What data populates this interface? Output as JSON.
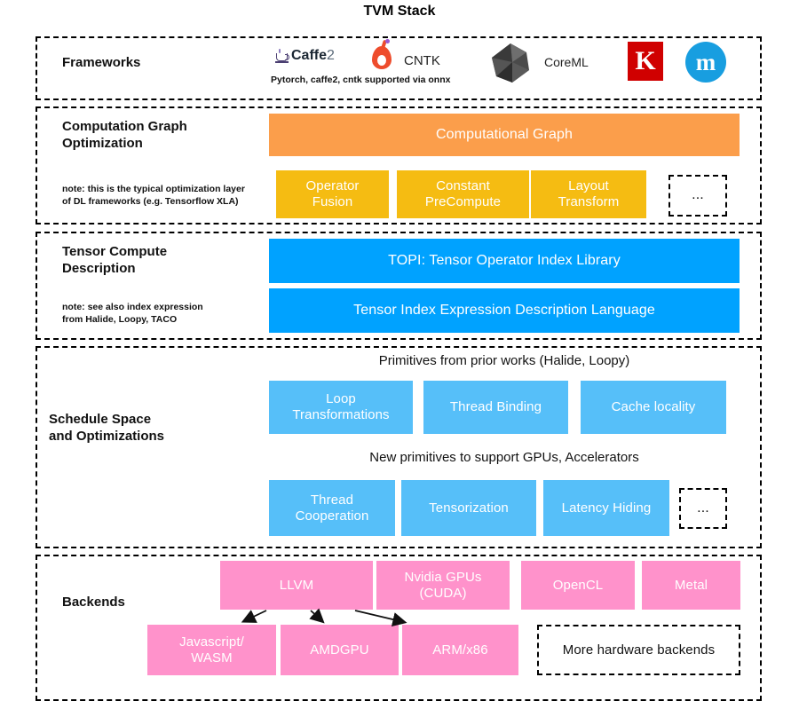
{
  "title": "TVM Stack",
  "colors": {
    "orange": "#FB9E4B",
    "gold": "#F5BC12",
    "blue": "#00A2FF",
    "light_blue": "#56BFF9",
    "pink": "#FF92CB",
    "keras_red": "#D00000",
    "mxnet_blue": "#189EE0"
  },
  "sections": {
    "frameworks": {
      "label": "Frameworks",
      "logos": [
        {
          "name": "caffe2",
          "text": "Caffe",
          "suffix": "2"
        },
        {
          "name": "pytorch",
          "text": ""
        },
        {
          "name": "cntk",
          "text": "CNTK"
        },
        {
          "name": "onnx",
          "text": ""
        },
        {
          "name": "coreml",
          "text": "CoreML"
        },
        {
          "name": "keras",
          "text": "K"
        },
        {
          "name": "mxnet",
          "text": "m"
        }
      ],
      "note": "Pytorch, caffe2, cntk supported via onnx"
    },
    "computation_graph": {
      "label": "Computation Graph\nOptimization",
      "note": "note: this is the typical optimization layer\nof DL frameworks (e.g. Tensorflow XLA)",
      "main_box": "Computational Graph",
      "boxes": [
        "Operator\nFusion",
        "Constant\nPreCompute",
        "Layout\nTransform"
      ],
      "more": "..."
    },
    "tensor_compute": {
      "label": "Tensor Compute\nDescription",
      "note": "note: see also index expression\nfrom Halide, Loopy, TACO",
      "boxes": [
        "TOPI: Tensor Operator Index Library",
        "Tensor Index Expression Description Language"
      ]
    },
    "schedule_space": {
      "label": "Schedule Space\nand Optimizations",
      "caption_1": "Primitives from prior works (Halide, Loopy)",
      "row_1": [
        "Loop\nTransformations",
        "Thread Binding",
        "Cache locality"
      ],
      "caption_2": "New primitives to support GPUs, Accelerators",
      "row_2": [
        "Thread\nCooperation",
        "Tensorization",
        "Latency Hiding"
      ],
      "more": "..."
    },
    "backends": {
      "label": "Backends",
      "row_1": [
        "LLVM",
        "Nvidia GPUs\n(CUDA)",
        "OpenCL",
        "Metal"
      ],
      "row_2": [
        "Javascript/\nWASM",
        "AMDGPU",
        "ARM/x86"
      ],
      "more_box": "More hardware backends"
    }
  }
}
